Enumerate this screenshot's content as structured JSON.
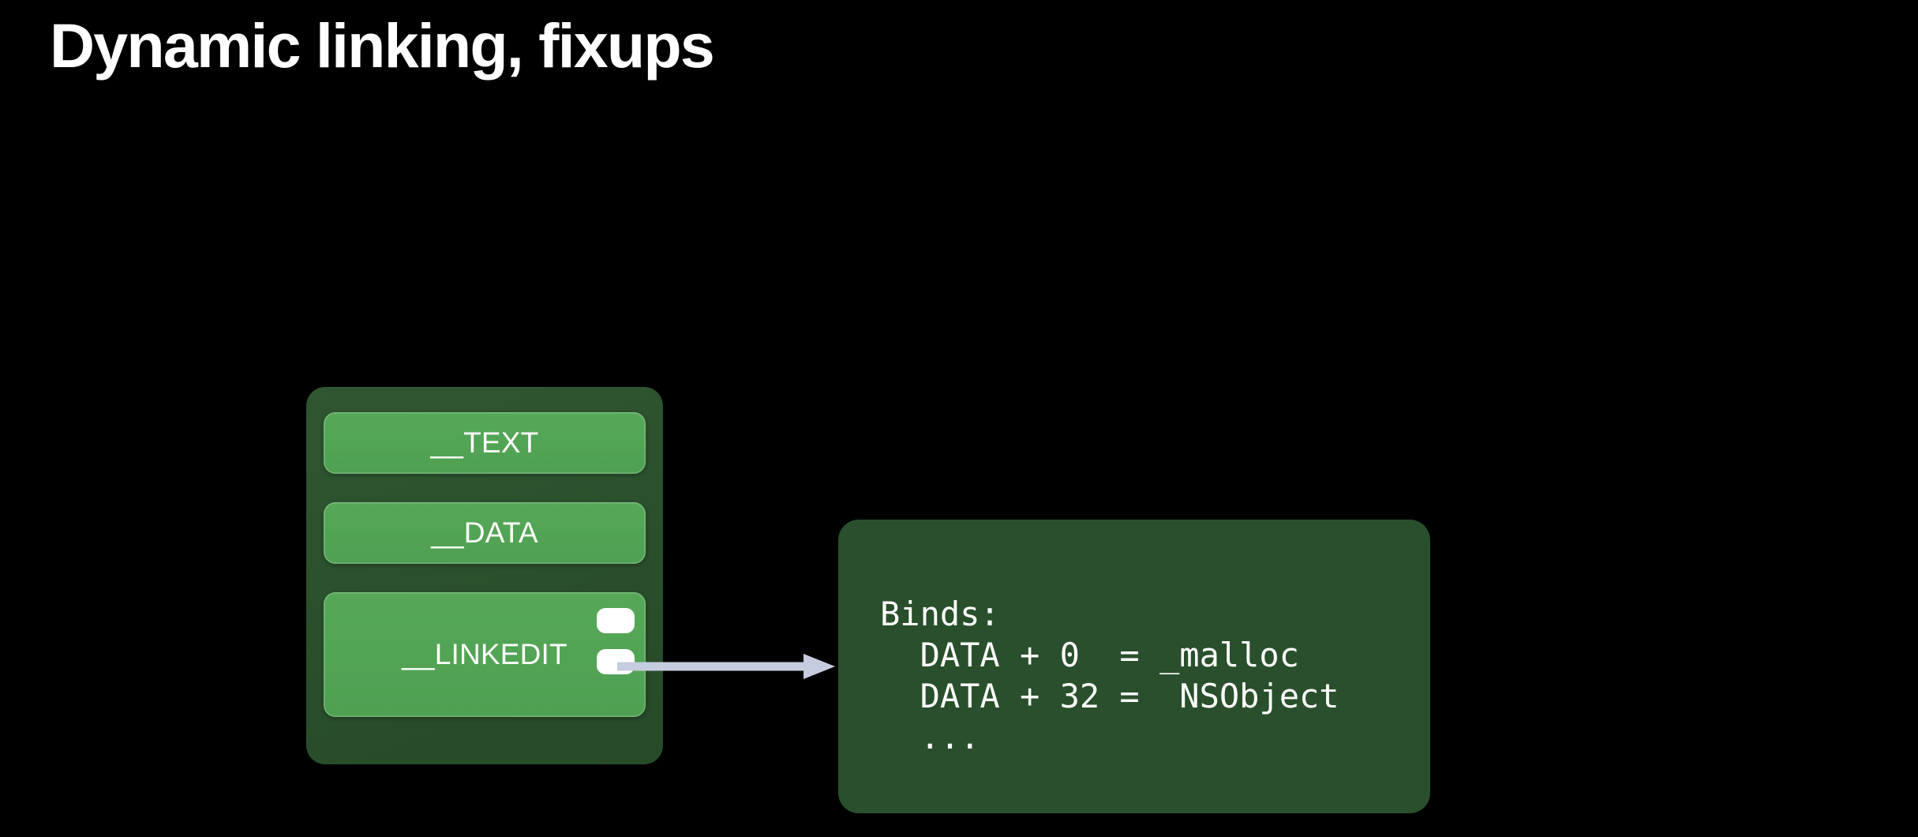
{
  "slide": {
    "title": "Dynamic linking, fixups",
    "background_color": "#000000"
  },
  "colors": {
    "segment_green": "#52a355",
    "container_dark_green": "#2a4f2c",
    "card_dark_green": "#2a4f2c",
    "arrow": "#c6ccdf",
    "text": "#ffffff",
    "chip": "#ffffff"
  },
  "macho": {
    "segments": [
      {
        "label": "__TEXT"
      },
      {
        "label": "__DATA"
      },
      {
        "label": "__LINKEDIT"
      }
    ],
    "chips": [
      {
        "name": "fixup-chip-top"
      },
      {
        "name": "fixup-chip-bottom"
      }
    ]
  },
  "connector": {
    "icon": "arrow-right-icon",
    "from": "__LINKEDIT",
    "to": "binds-card"
  },
  "binds_card": {
    "code": "Binds:\n  DATA + 0  = _malloc\n  DATA + 32 =  NSObject\n  ..."
  }
}
